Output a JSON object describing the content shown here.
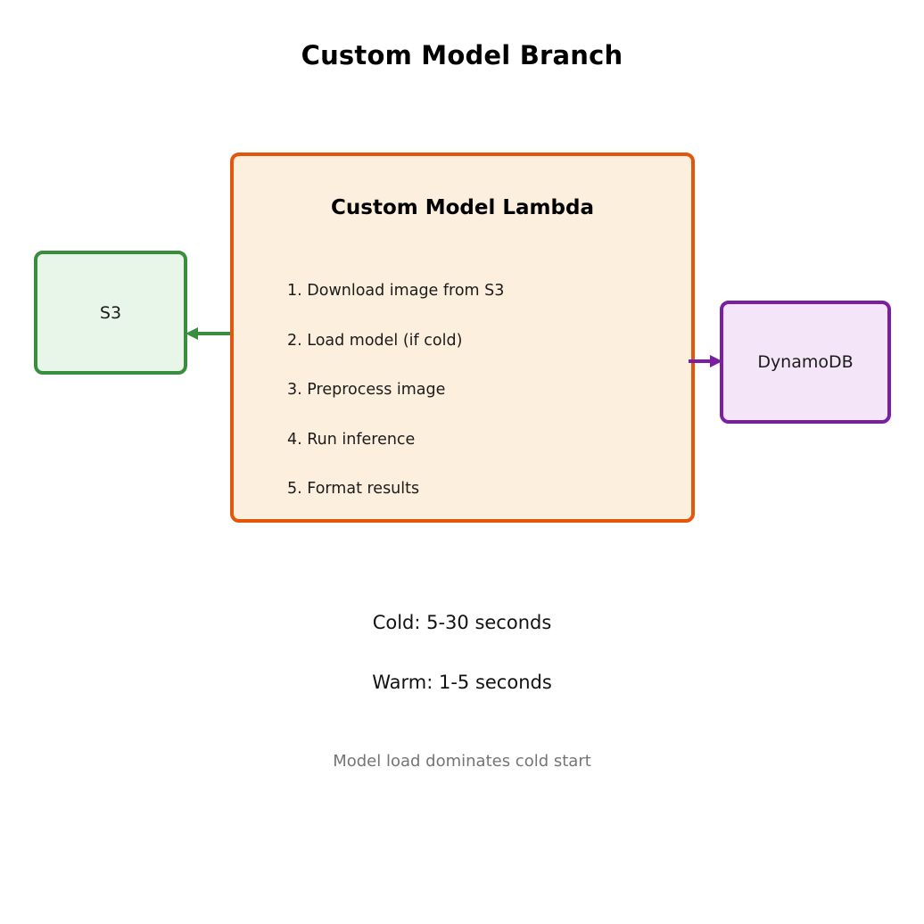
{
  "diagram": {
    "title": "Custom Model Branch",
    "background_color": "#ffffff",
    "lambda": {
      "title": "Custom Model Lambda",
      "border_color": "#e2570c",
      "fill_color": "#fdefdd",
      "steps": [
        "1. Download image from S3",
        "2. Load model (if cold)",
        "3. Preprocess image",
        "4. Run inference",
        "5. Format results"
      ]
    },
    "s3": {
      "label": "S3",
      "border_color": "#388e3c",
      "fill_color": "#e8f5e9"
    },
    "dynamodb": {
      "label": "DynamoDB",
      "border_color": "#7b1fa2",
      "fill_color": "#f4e5f8"
    },
    "edges": [
      {
        "name": "lambda-to-s3",
        "direction": "left",
        "color": "#388e3c",
        "label": ""
      },
      {
        "name": "lambda-to-dynamodb",
        "direction": "right",
        "color": "#7b1fa2",
        "label": ""
      }
    ],
    "timings": {
      "cold": "Cold: 5-30 seconds",
      "warm": "Warm: 1-5 seconds"
    },
    "footnote": "Model load dominates cold start"
  }
}
